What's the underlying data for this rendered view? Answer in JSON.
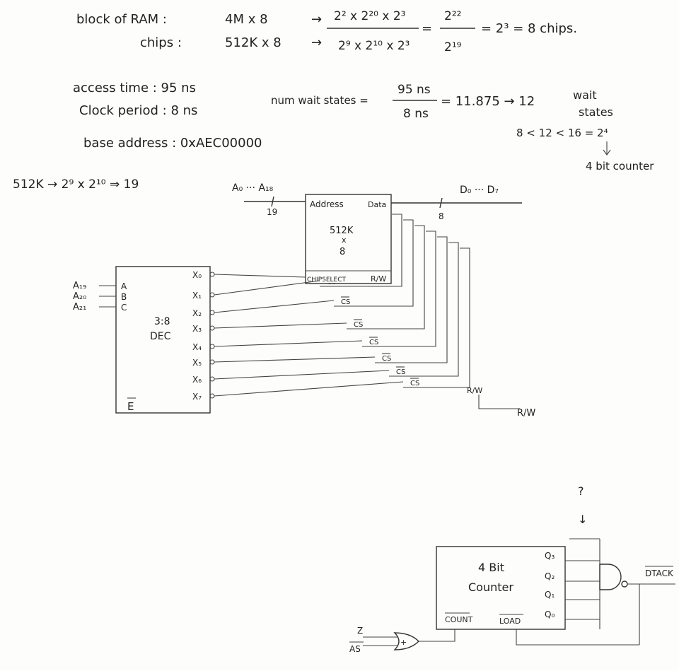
{
  "calc": {
    "ram_label": "block of RAM :",
    "ram_value": "4M x 8",
    "chips_label": "chips :",
    "chips_value": "512K x 8",
    "frac1_num": "2² x 2²⁰ x 2³",
    "frac1_den": "2⁹ x 2¹⁰ x 2³",
    "frac2_num": "2²²",
    "frac2_den": "2¹⁹",
    "result": "= 2³ = 8 chips."
  },
  "timing": {
    "access": "access time : 95 ns",
    "clock": "Clock period : 8 ns",
    "base": "base address : 0xAEC00000",
    "wait_label": "num wait states =",
    "wait_num": "95 ns",
    "wait_den": "8 ns",
    "wait_result": "= 11.875 → 12",
    "wait_word1": "wait",
    "wait_word2": "states",
    "counter_range": "8 < 12 < 16 = 2⁴",
    "counter_note": "4 bit counter"
  },
  "address_calc": "512K → 2⁹ x 2¹⁰ ⇒ 19",
  "bus": {
    "addr": "A₀ ··· A₁₈",
    "addr_width": "19",
    "data": "D₀ ··· D₇",
    "data_width": "8"
  },
  "chip": {
    "address": "Address",
    "data": "Data",
    "size_top": "512K",
    "size_x": "x",
    "size_bottom": "8",
    "chip_select": "CHIPSELECT",
    "rw": "R/W"
  },
  "cs_label": "CS",
  "rw_label": "R/W",
  "rw_line": "R/W",
  "decoder": {
    "label1": "3:8",
    "label2": "DEC",
    "enable": "E",
    "inputs_left": [
      "A₁₉",
      "A₂₀",
      "A₂₁"
    ],
    "inputs_right": [
      "A",
      "B",
      "C"
    ],
    "outputs": [
      "X₀",
      "X₁",
      "X₂",
      "X₃",
      "X₄",
      "X₅",
      "X₆",
      "X₇"
    ]
  },
  "counter": {
    "title1": "4 Bit",
    "title2": "Counter",
    "count": "COUNT",
    "load": "LOAD",
    "q": [
      "Q₃",
      "Q₂",
      "Q₁",
      "Q₀"
    ],
    "question": "?",
    "dtack": "DTACK",
    "z": "Z",
    "as": "AS"
  }
}
